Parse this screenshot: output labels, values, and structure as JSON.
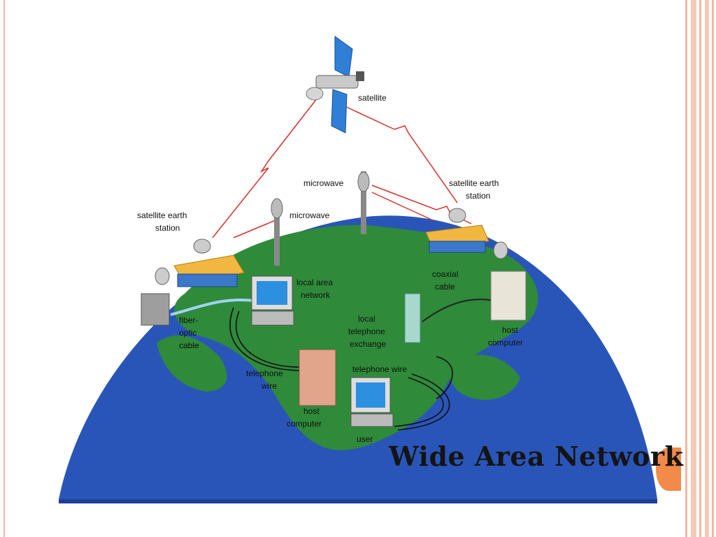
{
  "slide": {
    "title": "Wide Area Network",
    "accent_color": "#f28a4a",
    "border_color": "#f4b8a0"
  },
  "diagram": {
    "labels": {
      "satellite": "satellite",
      "microwave_top": "microwave",
      "microwave_left": "microwave",
      "earth_station_left_1": "satellite earth",
      "earth_station_left_2": "station",
      "earth_station_right_1": "satellite earth",
      "earth_station_right_2": "station",
      "lan_1": "local area",
      "lan_2": "network",
      "coax_1": "coaxial",
      "coax_2": "cable",
      "fiber_1": "fiber-",
      "fiber_2": "optic",
      "fiber_3": "cable",
      "exchange_1": "local",
      "exchange_2": "telephone",
      "exchange_3": "exchange",
      "host_right_1": "host",
      "host_right_2": "computer",
      "telwire_left_1": "telephone",
      "telwire_left_2": "wire",
      "telwire_right": "telephone wire",
      "host_center_1": "host",
      "host_center_2": "computer",
      "user": "user"
    },
    "colors": {
      "ocean": "#2a55b8",
      "land": "#2f8a3a",
      "signal": "#d9302a",
      "station": "#f2b740"
    }
  }
}
